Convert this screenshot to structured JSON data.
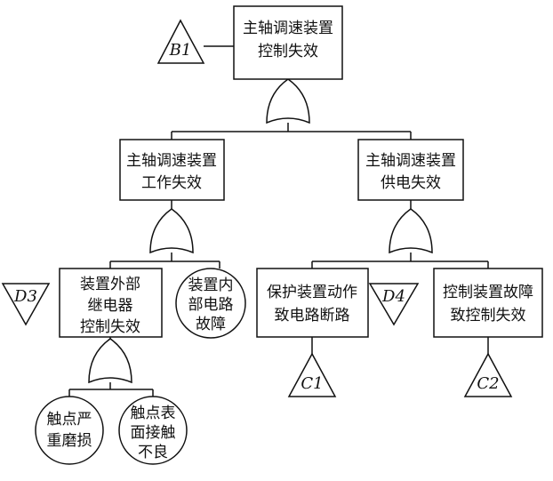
{
  "top_event": [
    "主轴调速装置",
    "控制失效"
  ],
  "b1": "B1",
  "mid_left": [
    "主轴调速装置",
    "工作失效"
  ],
  "mid_right": [
    "主轴调速装置",
    "供电失效"
  ],
  "relay": [
    "装置外部",
    "继电器",
    "控制失效"
  ],
  "internal": [
    "装置内",
    "部电路",
    "故障"
  ],
  "protect": [
    "保护装置动作",
    "致电路断路"
  ],
  "ctrl_fault": [
    "控制装置故障",
    "致控制失效"
  ],
  "d3": "D3",
  "d4": "D4",
  "c1": "C1",
  "c2": "C2",
  "wear": [
    "触点严",
    "重磨损"
  ],
  "contact": [
    "触点表",
    "面接触",
    "不良"
  ]
}
